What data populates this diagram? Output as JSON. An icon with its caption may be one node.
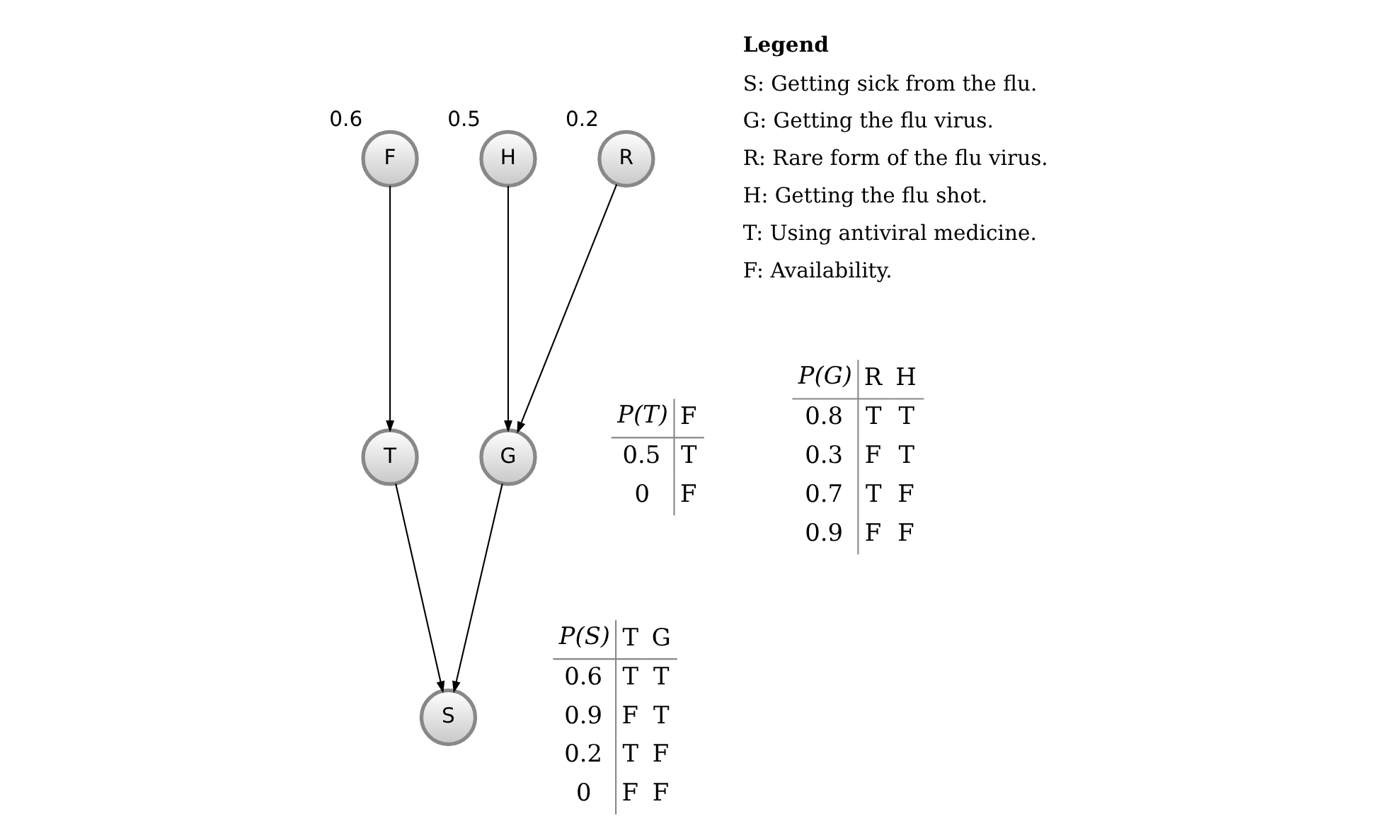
{
  "diagram": {
    "nodes": [
      {
        "text": [
          "F"
        ],
        "beside": [
          "0.6"
        ]
      },
      {
        "text": [
          "H"
        ],
        "beside": [
          "0.5"
        ]
      },
      {
        "text": [
          "R"
        ],
        "beside": [
          "0.2"
        ]
      },
      {
        "text": [
          "T"
        ]
      },
      {
        "text": [
          "G"
        ]
      },
      {
        "text": [
          "S"
        ]
      }
    ],
    "edges": [
      {
        "from": 0,
        "to": 3,
        "arrow": "to"
      },
      {
        "from": 1,
        "to": 4,
        "arrow": "to"
      },
      {
        "from": 2,
        "to": 4,
        "arrow": "to"
      },
      {
        "from": 3,
        "to": 5,
        "arrow": "to"
      },
      {
        "from": 4,
        "to": 5,
        "arrow": "to"
      }
    ],
    "labels": [
      "P(T)",
      "F",
      "0.5",
      "T",
      "0",
      "F",
      "P(G)",
      "R",
      "H",
      "0.8",
      "T",
      "T",
      "0.3",
      "F",
      "T",
      "0.7",
      "T",
      "F",
      "0.9",
      "F",
      "F",
      "P(S)",
      "T",
      "G",
      "0.6",
      "T",
      "T",
      "0.9",
      "F",
      "T",
      "0.2",
      "T",
      "F",
      "0",
      "F",
      "F",
      "Legend"
    ],
    "legend": [
      {
        "text": "S: Getting sick from the flu."
      },
      {
        "text": "G: Getting the flu virus."
      },
      {
        "text": "R: Rare form of the flu virus."
      },
      {
        "text": "H: Getting the flu shot."
      },
      {
        "text": "T: Using antiviral medicine."
      },
      {
        "text": "F: Availability."
      }
    ]
  }
}
